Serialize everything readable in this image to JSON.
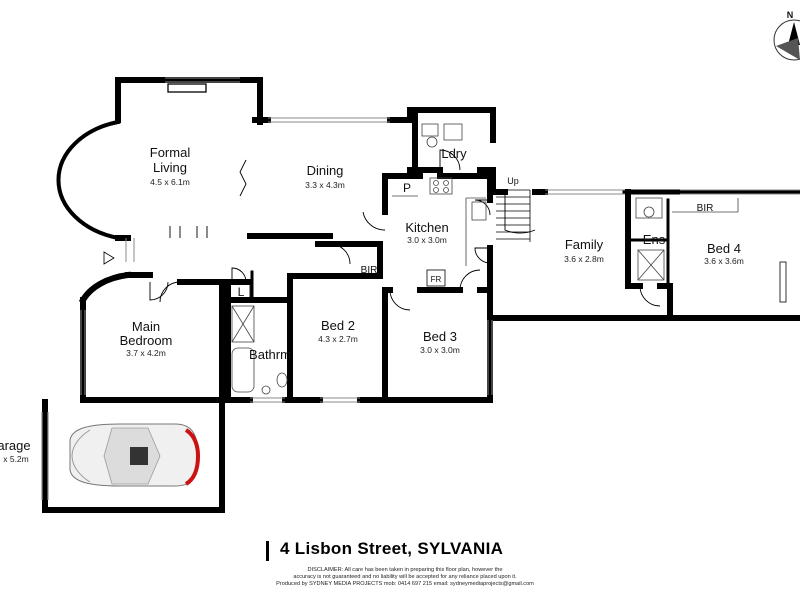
{
  "address": "4 Lisbon Street, SYLVANIA",
  "disclaimer": {
    "line1": "DISCLAIMER: All care has been taken in preparing this floor plan, however the",
    "line2": "accuracy is not guaranteed and no liability will be accepted for any reliance placed upon it.",
    "line3": "Produced by SYDNEY MEDIA PROJECTS mob: 0414 697 215 email: sydneymediaprojects@gmail.com"
  },
  "compass": {
    "label": "N"
  },
  "rooms": {
    "formal_living": {
      "name_line1": "Formal",
      "name_line2": "Living",
      "dims": "4.5 x 6.1m"
    },
    "dining": {
      "name": "Dining",
      "dims": "3.3 x 4.3m"
    },
    "laundry": {
      "name": "Ldry"
    },
    "kitchen": {
      "name": "Kitchen",
      "dims": "3.0 x 3.0m"
    },
    "pantry": {
      "name": "P"
    },
    "fridge": {
      "name": "FR"
    },
    "family": {
      "name": "Family",
      "dims": "3.6 x 2.8m"
    },
    "ensuite": {
      "name": "Ens"
    },
    "bed4_bir": {
      "name": "BIR"
    },
    "bed4": {
      "name": "Bed 4",
      "dims": "3.6 x 3.6m"
    },
    "main_bedroom": {
      "name_line1": "Main",
      "name_line2": "Bedroom",
      "dims": "3.7 x 4.2m"
    },
    "linen": {
      "name": "L"
    },
    "bathroom": {
      "name": "Bathrm"
    },
    "bed2_bir": {
      "name": "BIR"
    },
    "bed2": {
      "name": "Bed 2",
      "dims": "4.3 x 2.7m"
    },
    "bed3": {
      "name": "Bed 3",
      "dims": "3.0 x 3.0m"
    },
    "garage": {
      "name": "arage",
      "dims": "x 5.2m"
    }
  },
  "stairs": {
    "label": "Up"
  },
  "colors": {
    "wall": "#000000",
    "window": "#888888",
    "car_body": "#f0f0f0",
    "car_tail": "#cc1111"
  }
}
